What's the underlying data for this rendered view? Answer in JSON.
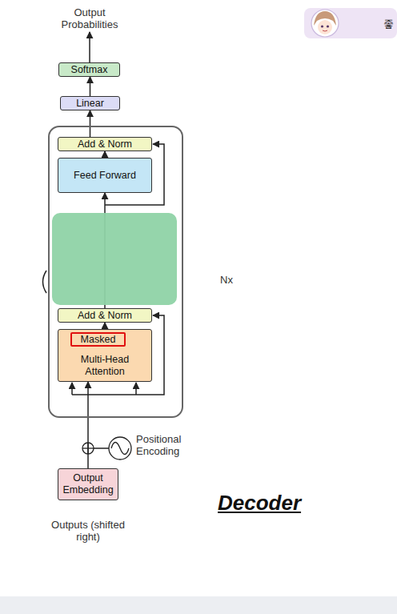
{
  "diagram": {
    "nodes": [
      {
        "text": [
          "Softmax"
        ]
      },
      {
        "text": [
          "Linear"
        ]
      },
      {
        "text": [
          "Nx"
        ]
      },
      {
        "text": [
          "Add & Norm"
        ],
        "in": 2
      },
      {
        "text": [
          "Feed Forward"
        ],
        "in": 2
      },
      {
        "text": [
          "Add & Norm"
        ],
        "in": 2
      },
      {
        "text": [
          "Multi-Head Attention"
        ],
        "in": 2
      },
      {
        "text": [
          "Masked"
        ],
        "in": 6
      },
      {
        "text": [
          "Output Embedding"
        ]
      },
      {
        "text": [
          "좋"
        ]
      }
    ],
    "edges": [
      {
        "from": 8,
        "to": 6,
        "arrow": "to"
      },
      {
        "from": 6,
        "to": 5,
        "arrow": "to"
      },
      {
        "from": 5,
        "to": 4,
        "arrow": "to"
      },
      {
        "from": 4,
        "to": 3,
        "arrow": "to"
      },
      {
        "from": 3,
        "to": 1,
        "arrow": "to"
      },
      {
        "from": 1,
        "to": 0,
        "arrow": "to"
      }
    ],
    "labels": [
      "Output Probabilities",
      "Positional Encoding",
      "Outputs (shifted right)",
      "Decoder"
    ]
  }
}
